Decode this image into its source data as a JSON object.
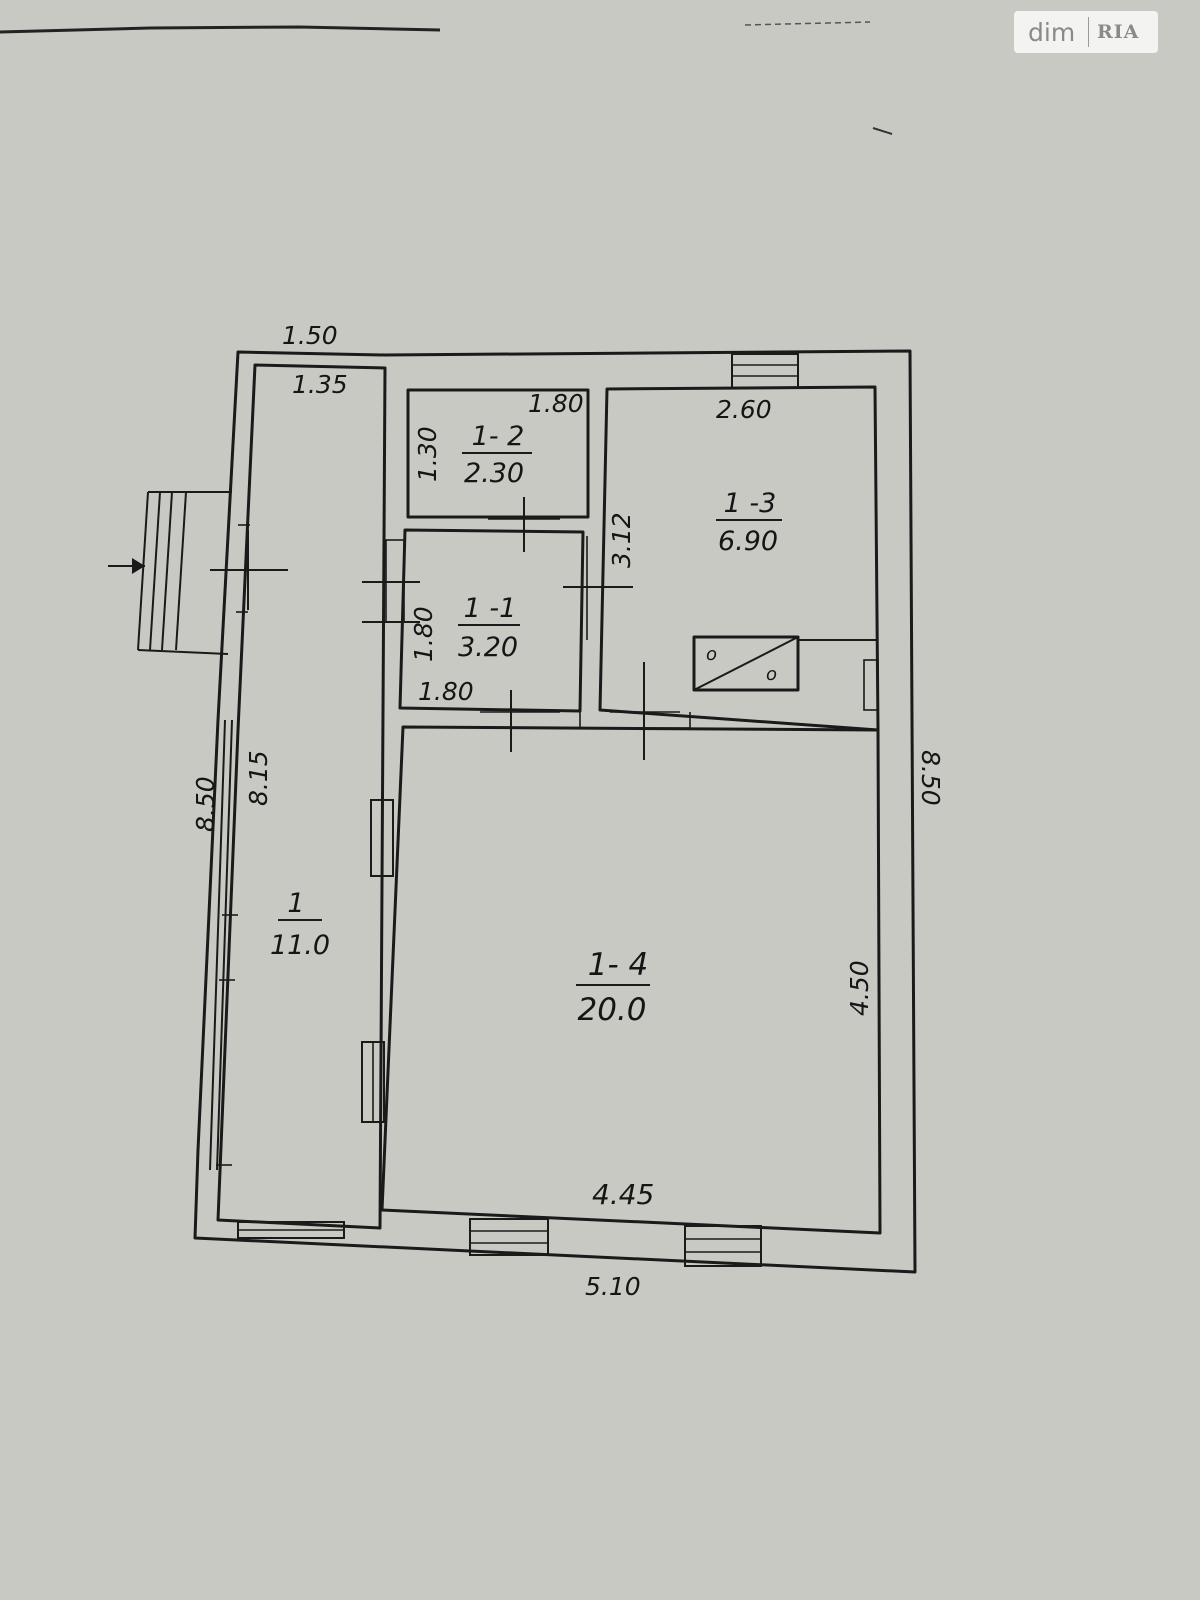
{
  "watermark": {
    "brand_left": "dim",
    "brand_right": "RIA"
  },
  "plan": {
    "rooms": [
      {
        "id": "1",
        "number": "1",
        "area": "11.0"
      },
      {
        "id": "1-1",
        "number": "1 -1",
        "area": "3.20"
      },
      {
        "id": "1-2",
        "number": "1- 2",
        "area": "2.30"
      },
      {
        "id": "1-3",
        "number": "1 -3",
        "area": "6.90"
      },
      {
        "id": "1-4",
        "number": "1- 4",
        "area": "20.0"
      }
    ],
    "dimensions": {
      "top_outer": "1.50",
      "corridor_width": "1.35",
      "room_1_2_width": "1.80",
      "room_1_2_depth": "1.30",
      "room_1_3_width": "2.60",
      "room_1_3_depth": "3.12",
      "room_1_1_depth": "1.80",
      "room_1_1_width": "1.80",
      "left_outer": "8.50",
      "corridor_length": "8.15",
      "right_outer": "8.50",
      "room_1_4_depth": "4.50",
      "room_1_4_width": "4.45",
      "bottom_outer": "5.10"
    },
    "stove_marks": [
      "o",
      "o"
    ]
  }
}
